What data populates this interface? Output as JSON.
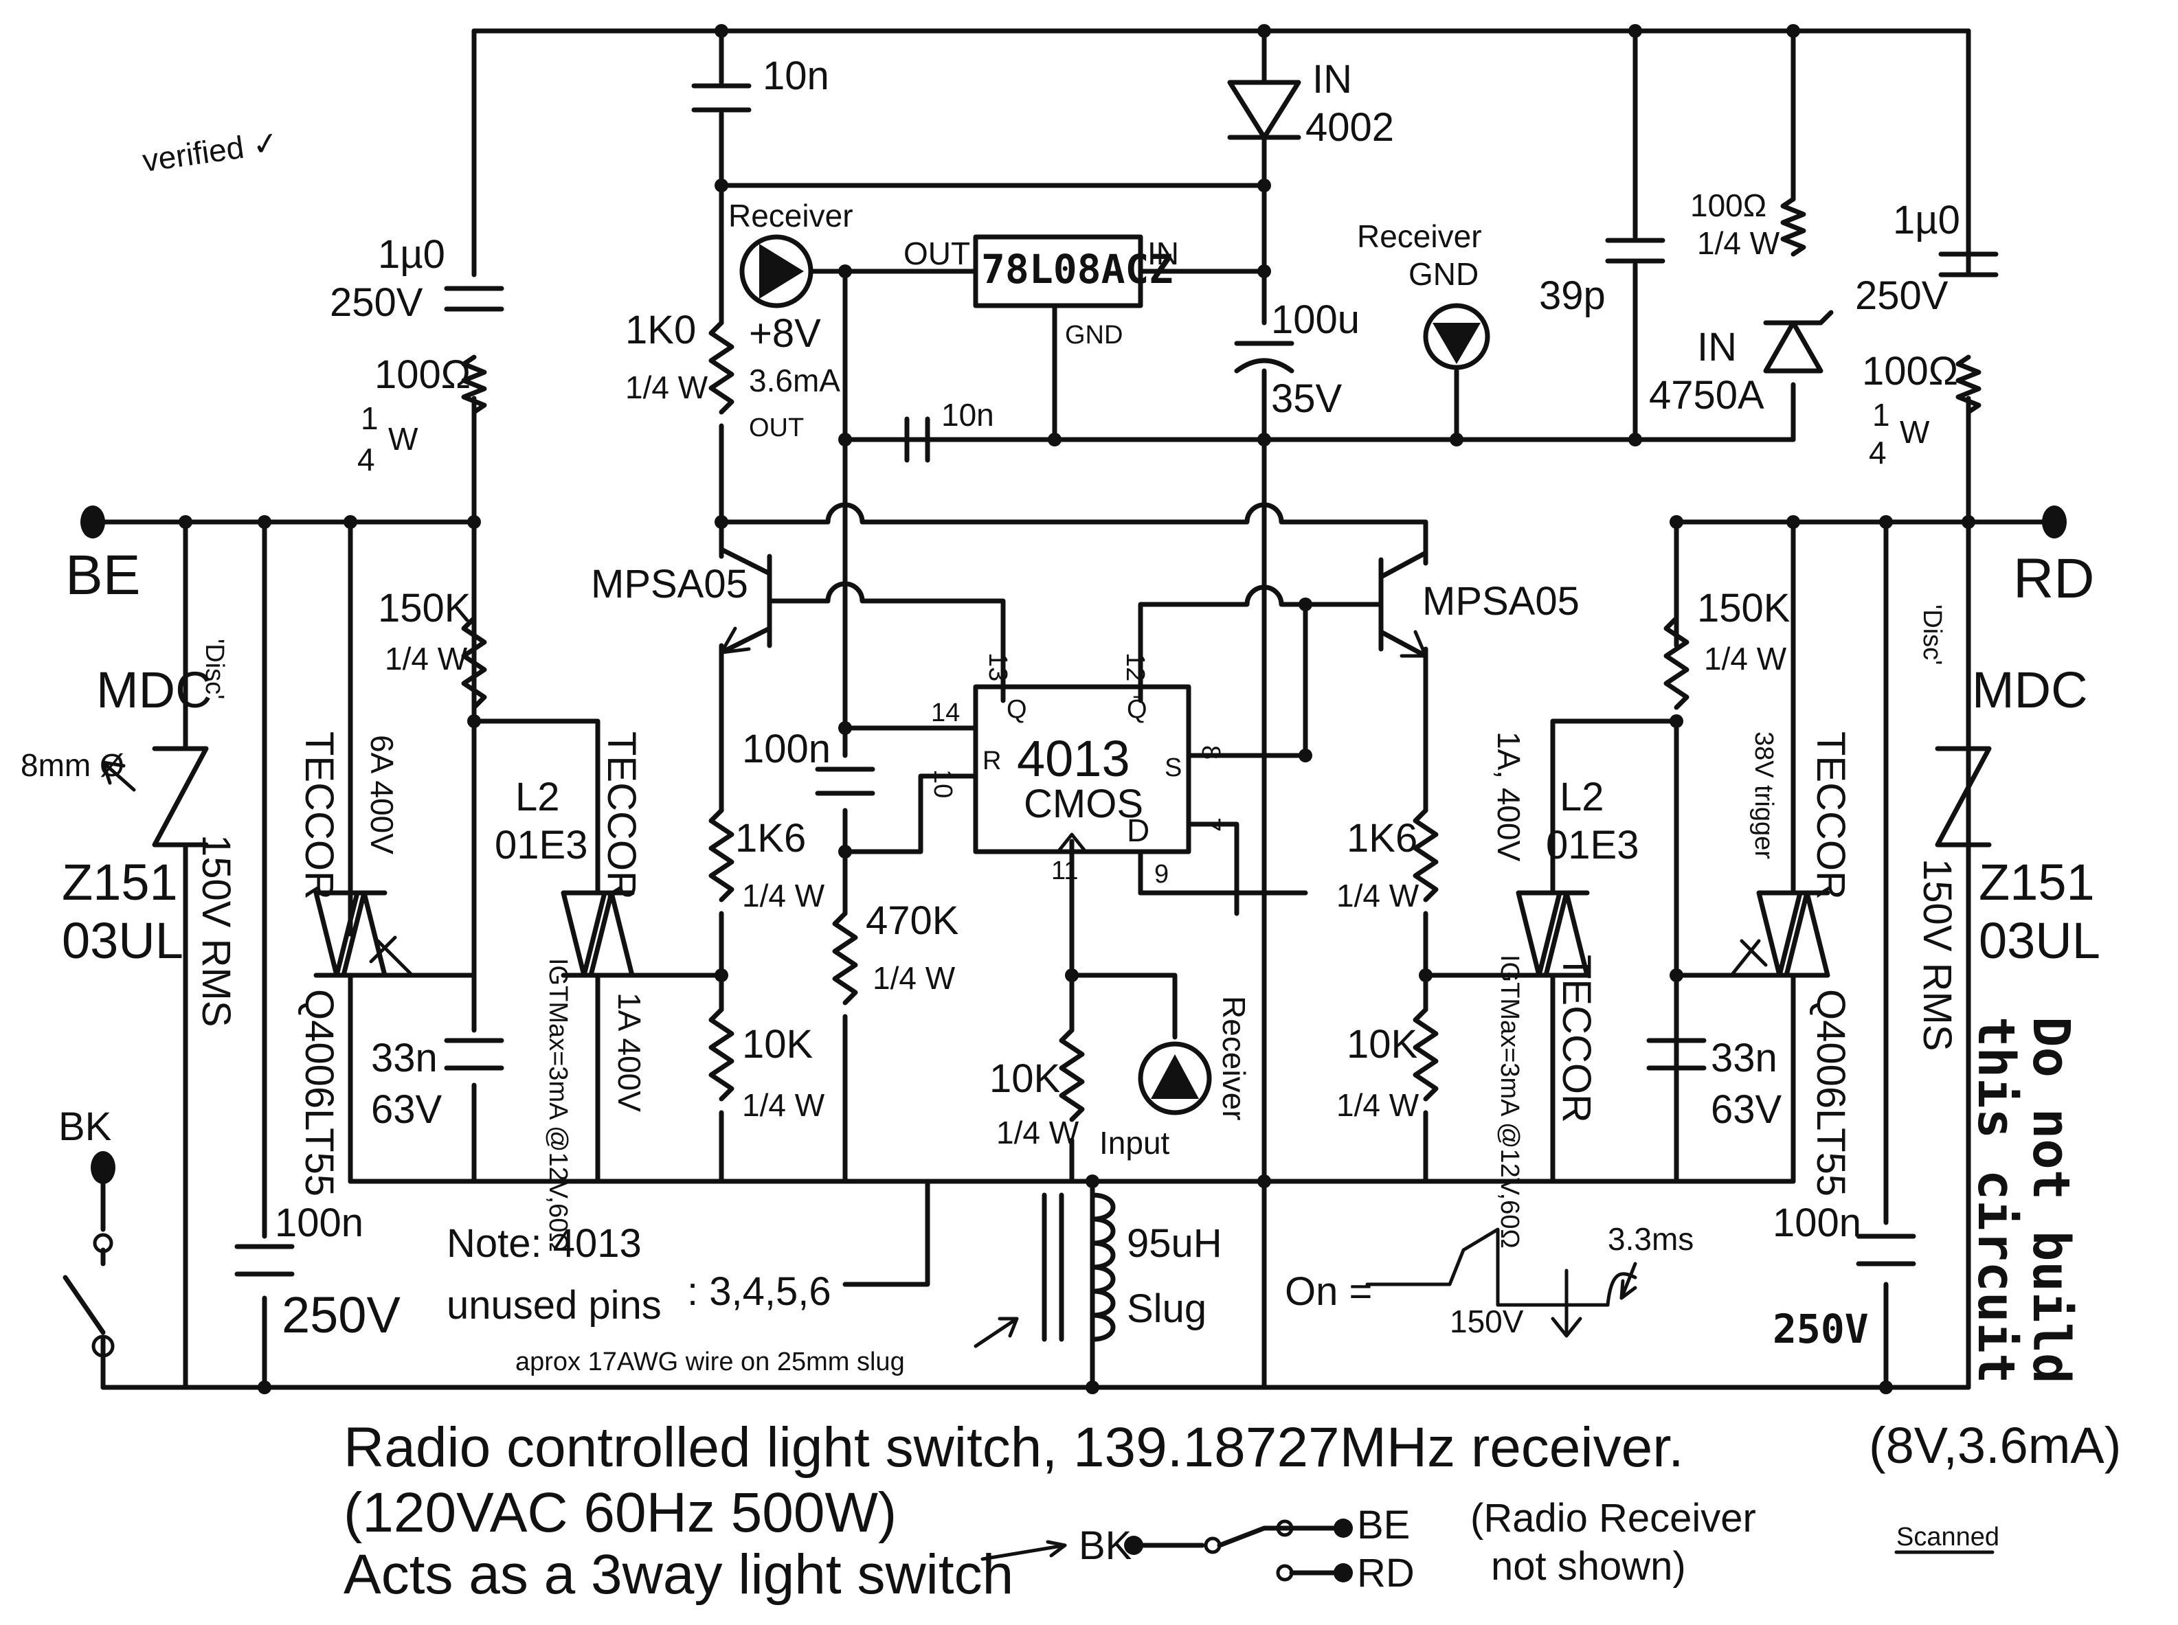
{
  "annotations": {
    "verified": "verified ✓",
    "do_not_build_line1": "Do not build",
    "do_not_build_line2": "this circuit",
    "scanned": "Scanned"
  },
  "terminals": {
    "be_left": "BE",
    "rd_right": "RD",
    "bk": "BK"
  },
  "top_rail": {
    "cap_10n": "10n",
    "diode_line1": "IN",
    "diode_line2": "4002",
    "cap_39p": "39p"
  },
  "left_input": {
    "cap_value": "1µ0",
    "cap_voltage": "250V",
    "res_value": "100Ω",
    "res_power_num": "1",
    "res_power_den": "4",
    "res_power_unit": "W"
  },
  "right_input": {
    "cap_value": "1µ0",
    "cap_voltage": "250V",
    "res_value": "100Ω",
    "res_power_num": "1",
    "res_power_den": "4",
    "res_power_unit": "W"
  },
  "zener_branch": {
    "res_value": "100Ω",
    "res_power": "1/4 W",
    "diode_line1": "IN",
    "diode_line2": "4750A"
  },
  "regulator": {
    "part": "78L08ACZ",
    "out": "OUT",
    "in": "IN",
    "gnd": "GND",
    "cap_value": "100u",
    "cap_voltage": "35V",
    "cap_10n_bypass": "10n"
  },
  "receiver_plus": {
    "label": "Receiver",
    "line1": "+8V",
    "line2": "3.6mA",
    "line3": "OUT"
  },
  "receiver_gnd": {
    "line1": "Receiver",
    "line2": "GND"
  },
  "receiver_input": {
    "line1": "Receiver",
    "line2": "Input"
  },
  "left_side": {
    "r1k0": "1K0",
    "r1k0_power": "1/4 W",
    "transistor": "MPSA05",
    "r150k": "150K",
    "r150k_power": "1/4 W",
    "teccor_big": "TECCOR",
    "triac_big_rating": "6A 400V",
    "triac_big_part": "Q4006LT55",
    "mdc_label": "MDC",
    "disc_label": "'Disc'",
    "size_label": "8mm Ø",
    "mov_part_line1": "Z151",
    "mov_part_line2": "03UL",
    "mov_rating": "150V RMS",
    "triac_small_line1": "L2",
    "triac_small_line2": "01E3",
    "teccor_small": "TECCOR",
    "igt_note": "IGTMax=3mA @12V,60Ω",
    "triac_small_rating": "1A 400V",
    "cap_33n": "33n",
    "cap_33n_voltage": "63V",
    "r1k6": "1K6",
    "r1k6_power": "1/4 W",
    "r10k": "10K",
    "r10k_power": "1/4 W",
    "cap_100n_250v": "100n",
    "cap_100n_250v_voltage": "250V"
  },
  "center": {
    "ic_part": "4013",
    "ic_tech": "CMOS",
    "pin_14": "14",
    "pin_13": "13",
    "pin_12": "12",
    "pin_10": "10",
    "pin_11": "11",
    "pin_9": "9",
    "pin_8": "8",
    "pin_7": "7",
    "lbl_q": "Q",
    "lbl_qbar": "Q̄",
    "lbl_r": "R",
    "lbl_s": "S",
    "lbl_d": "D",
    "cap_100n": "100n",
    "r470k": "470K",
    "r470k_power": "1/4 W",
    "r10k_input": "10K",
    "r10k_input_power": "1/4 W",
    "inductor_value": "95uH",
    "inductor_type": "Slug",
    "wire_note": "aprox 17AWG wire on 25mm slug",
    "unused_note_line1": "Note: 4013",
    "unused_note_line2": "unused pins",
    "unused_pins": ": 3,4,5,6"
  },
  "right_side": {
    "transistor": "MPSA05",
    "r150k": "150K",
    "r150k_power": "1/4 W",
    "teccor_big": "TECCOR",
    "trigger_note": "38V trigger",
    "triac_big_part": "Q4006LT55",
    "mdc_label": "MDC",
    "disc_label": "'Disc'",
    "mov_part_line1": "Z151",
    "mov_part_line2": "03UL",
    "mov_rating": "150V RMS",
    "triac_small_line1": "L2",
    "triac_small_line2": "01E3",
    "triac_small_rating": "1A, 400V",
    "teccor_small": "TECCOR",
    "igt_note": "IGTMax=3mA @12V,60Ω",
    "r1k6": "1K6",
    "r1k6_power": "1/4 W",
    "r10k": "10K",
    "r10k_power": "1/4 W",
    "cap_33n": "33n",
    "cap_33n_voltage": "63V",
    "cap_100n_250v": "100n",
    "cap_100n_250v_voltage": "250V"
  },
  "waveform": {
    "on_label": "On =",
    "voltage": "150V",
    "time": "3.3ms"
  },
  "caption": {
    "line1_a": "Radio controlled light switch, 139.18727MHz receiver.",
    "line1_b": "(8V,3.6mA)",
    "line2": "(120VAC 60Hz 500W)",
    "line3": "Acts as a 3way light switch",
    "switch_bk": "BK",
    "switch_be": "BE",
    "switch_rd": "RD",
    "radio_note_line1": "(Radio Receiver",
    "radio_note_line2": "not shown)"
  }
}
